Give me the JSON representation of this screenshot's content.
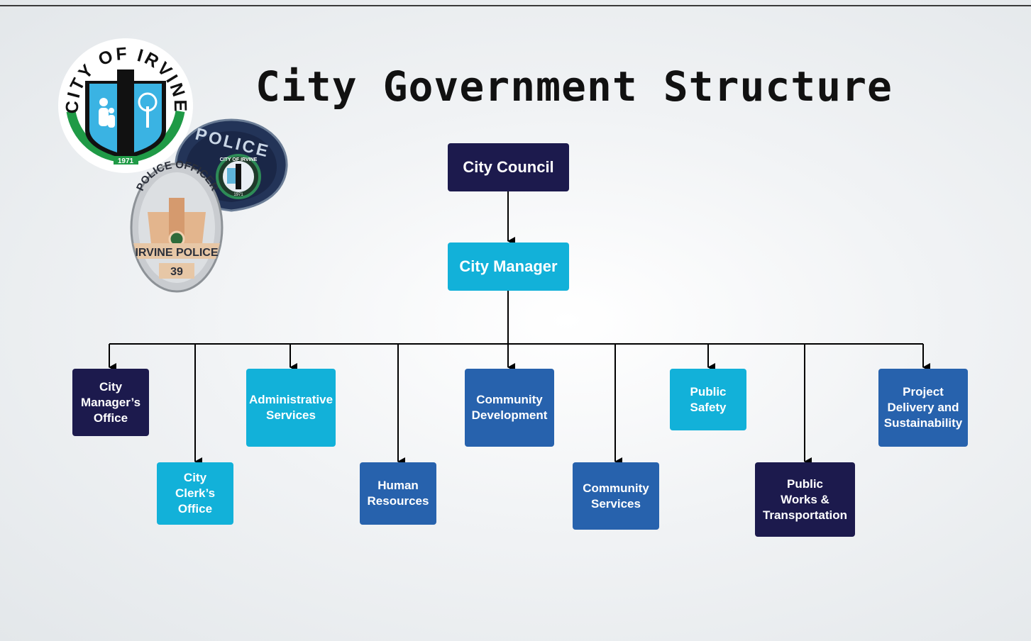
{
  "title": "City Government Structure",
  "emblems": {
    "city_seal": {
      "icon": "city-of-irvine-seal-icon",
      "text": "CITY OF IRVINE",
      "year": "1971"
    },
    "police_patch": {
      "icon": "irvine-police-patch-icon",
      "text": "POLICE",
      "subtext": "CITY OF IRVINE",
      "year": "1971"
    },
    "police_badge": {
      "icon": "police-officer-badge-icon",
      "top_text": "POLICE OFFICER",
      "bottom_text": "IRVINE POLICE",
      "number": "39"
    }
  },
  "org": {
    "council": {
      "label": "City Council",
      "color": "#1c1a4d"
    },
    "manager": {
      "label": "City Manager",
      "color": "#12b1d9"
    },
    "departments": [
      {
        "label": "City\nManager’s\nOffice",
        "color": "#1c1a4d"
      },
      {
        "label": "City\nClerk’s\nOffice",
        "color": "#12b1d9"
      },
      {
        "label": "Administrative\nServices",
        "color": "#12b1d9"
      },
      {
        "label": "Human\nResources",
        "color": "#2762ad"
      },
      {
        "label": "Community\nDevelopment",
        "color": "#2762ad"
      },
      {
        "label": "Community\nServices",
        "color": "#2762ad"
      },
      {
        "label": "Public\nSafety",
        "color": "#12b1d9"
      },
      {
        "label": "Public\nWorks &\nTransportation",
        "color": "#1c1a4d"
      },
      {
        "label": "Project\nDelivery and\nSustainability",
        "color": "#2762ad"
      }
    ]
  }
}
